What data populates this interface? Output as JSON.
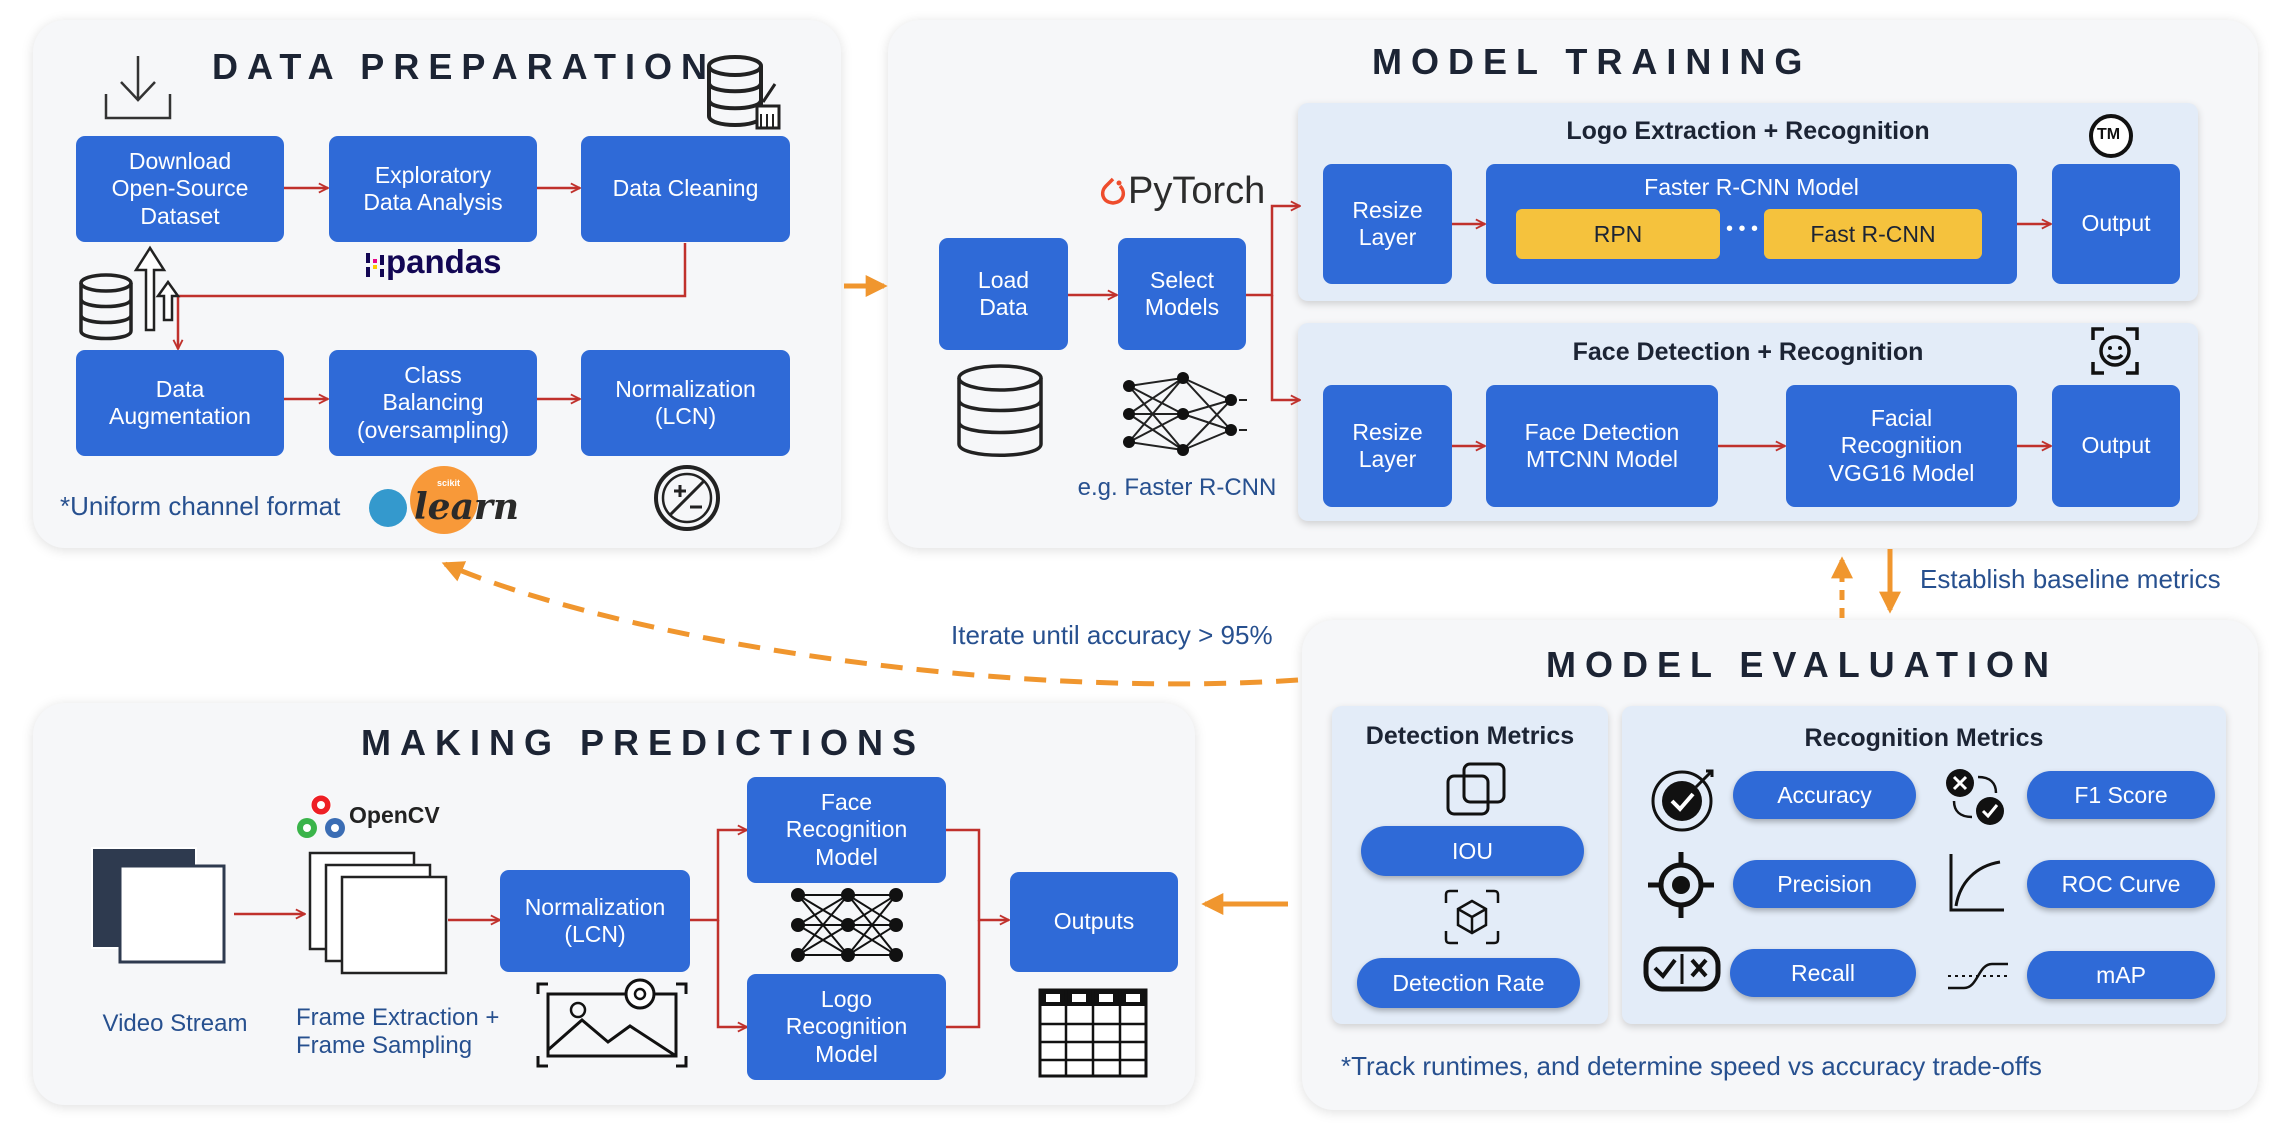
{
  "data_preparation": {
    "title": "DATA PREPARATION",
    "steps": [
      "Download\nOpen-Source\nDataset",
      "Exploratory\nData Analysis",
      "Data Cleaning",
      "Data\nAugmentation",
      "Class\nBalancing\n(oversampling)",
      "Normalization\n(LCN)"
    ],
    "pandas_logo": "pandas",
    "sklearn_logo": "learn",
    "sklearn_small": "scikit",
    "note": "*Uniform channel format"
  },
  "model_training": {
    "title": "MODEL TRAINING",
    "load_data": "Load\nData",
    "select_models": "Select\nModels",
    "pytorch_logo": "PyTorch",
    "example": "e.g. Faster R-CNN",
    "logo_branch": {
      "title": "Logo Extraction + Recognition",
      "resize": "Resize\nLayer",
      "model_title": "Faster R-CNN Model",
      "rpn": "RPN",
      "dots": "• • •",
      "fast_rcnn": "Fast R-CNN",
      "output": "Output",
      "tm": "TM"
    },
    "face_branch": {
      "title": "Face Detection + Recognition",
      "resize": "Resize\nLayer",
      "detection": "Face Detection\nMTCNN Model",
      "recognition": "Facial\nRecognition\nVGG16 Model",
      "output": "Output"
    }
  },
  "baseline_label": "Establish baseline metrics",
  "iterate_label": "Iterate until accuracy > 95%",
  "model_evaluation": {
    "title": "MODEL EVALUATION",
    "detection": {
      "title": "Detection Metrics",
      "items": [
        "IOU",
        "Detection Rate"
      ]
    },
    "recognition": {
      "title": "Recognition Metrics",
      "items": [
        "Accuracy",
        "F1 Score",
        "Precision",
        "ROC Curve",
        "Recall",
        "mAP"
      ]
    },
    "note": "*Track runtimes, and determine speed vs accuracy trade-offs"
  },
  "making_predictions": {
    "title": "MAKING PREDICTIONS",
    "video_stream": "Video Stream",
    "frame_extraction": "Frame Extraction +\nFrame Sampling",
    "opencv_logo": "OpenCV",
    "normalization": "Normalization\n(LCN)",
    "face_model": "Face\nRecognition\nModel",
    "logo_model": "Logo\nRecognition\nModel",
    "outputs": "Outputs"
  },
  "colors": {
    "box": "#2f6ad7",
    "arrow_red": "#c0312c",
    "arrow_orange": "#f0962e",
    "text_blue": "#27508f",
    "yellow": "#f5c23d"
  }
}
